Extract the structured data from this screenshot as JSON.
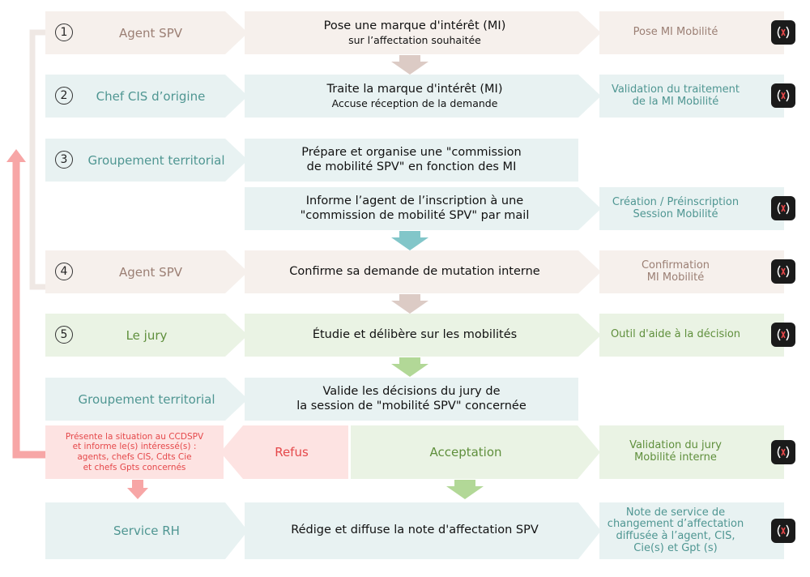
{
  "rows": {
    "r1": {
      "num": "1",
      "role": "Agent SPV",
      "action_main": "Pose une marque d'intérêt (MI)",
      "action_sub": "sur l’affectation souhaitée",
      "tool": "Pose MI Mobilité"
    },
    "r2": {
      "num": "2",
      "role": "Chef CIS d’origine",
      "action_main": "Traite la marque d'intérêt (MI)",
      "action_sub": "Accuse réception de la demande",
      "tool_line1": "Validation du traitement",
      "tool_line2": "de la MI Mobilité"
    },
    "r3": {
      "num": "3",
      "role": "Groupement territorial",
      "action_line1": "Prépare et organise une \"commission",
      "action_line2": "de mobilité SPV\" en fonction des MI"
    },
    "r3b": {
      "action_line1": "Informe l’agent de l’inscription à une",
      "action_line2": "\"commission de mobilité SPV\" par mail",
      "tool_line1": "Création / Préinscription",
      "tool_line2": "Session Mobilité"
    },
    "r4": {
      "num": "4",
      "role": "Agent SPV",
      "action": "Confirme sa demande de mutation interne",
      "tool_line1": "Confirmation",
      "tool_line2": "MI Mobilité"
    },
    "r5": {
      "num": "5",
      "role": "Le jury",
      "action": "Étudie et délibère sur les mobilités",
      "tool": "Outil d'aide à la décision"
    },
    "r6": {
      "role": "Groupement territorial",
      "action_line1": "Valide les décisions du jury de",
      "action_line2": "la session de \"mobilité SPV\" concernée"
    },
    "r7": {
      "note_line1": "Présente la situation au CCDSPV",
      "note_line2": "et informe le(s) intéressé(s) :",
      "note_line3": "agents, chefs CIS, Cdts Cie",
      "note_line4": "et chefs Gpts concernés",
      "refus": "Refus",
      "acceptation": "Acceptation",
      "tool_line1": "Validation du jury",
      "tool_line2": "Mobilité interne"
    },
    "r8": {
      "role": "Service RH",
      "action": "Rédige et diffuse la note d'affectation SPV",
      "tool_line1": "Note de service de",
      "tool_line2": "changement d’affectation",
      "tool_line3": "diffusée à l’agent, CIS,",
      "tool_line4": "Cie(s) et Gpt (s)"
    }
  },
  "colors": {
    "rose_bg": "#f6f0ec",
    "rose_text": "#9b7f74",
    "teal_bg": "#e8f2f2",
    "teal_text": "#4f9692",
    "green_bg": "#eaf3e4",
    "green_text": "#5f8f3c",
    "pink_bg": "#fde3e2",
    "red_text": "#e5484a",
    "logo_bg": "#1b1b1b"
  },
  "icons": {
    "app_logo": "app-logo-icon",
    "down_arrow": "down-arrow",
    "loop_arrow": "loop-back-arrow"
  }
}
